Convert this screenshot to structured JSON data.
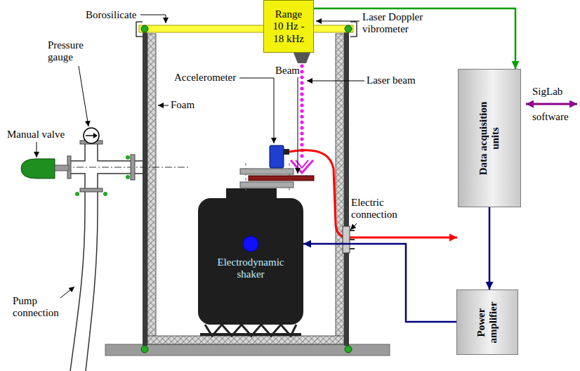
{
  "diagram": {
    "nodes": [
      {
        "text": [
          "Range 10 Hz - 18 kHz"
        ]
      },
      {
        "text": [
          "Electrodynamic shaker"
        ]
      },
      {
        "text": [
          "Data acquisition units"
        ]
      },
      {
        "text": [
          "Power amplifier"
        ]
      }
    ],
    "edges": [
      {
        "from": 0,
        "to": 2,
        "arrow": "to"
      },
      {
        "from": 2,
        "to": 3,
        "arrow": "to"
      },
      {
        "from": 3,
        "to": 1,
        "arrow": "to"
      }
    ],
    "labels": [
      "Laser Doppler vibrometer",
      "Laser beam",
      "Beam",
      "Borosilicate",
      "Accelerometer",
      "Pressure gauge",
      "Manual valve",
      "Foam",
      "Electric connection",
      "Pump connection",
      "SigLab software"
    ]
  }
}
